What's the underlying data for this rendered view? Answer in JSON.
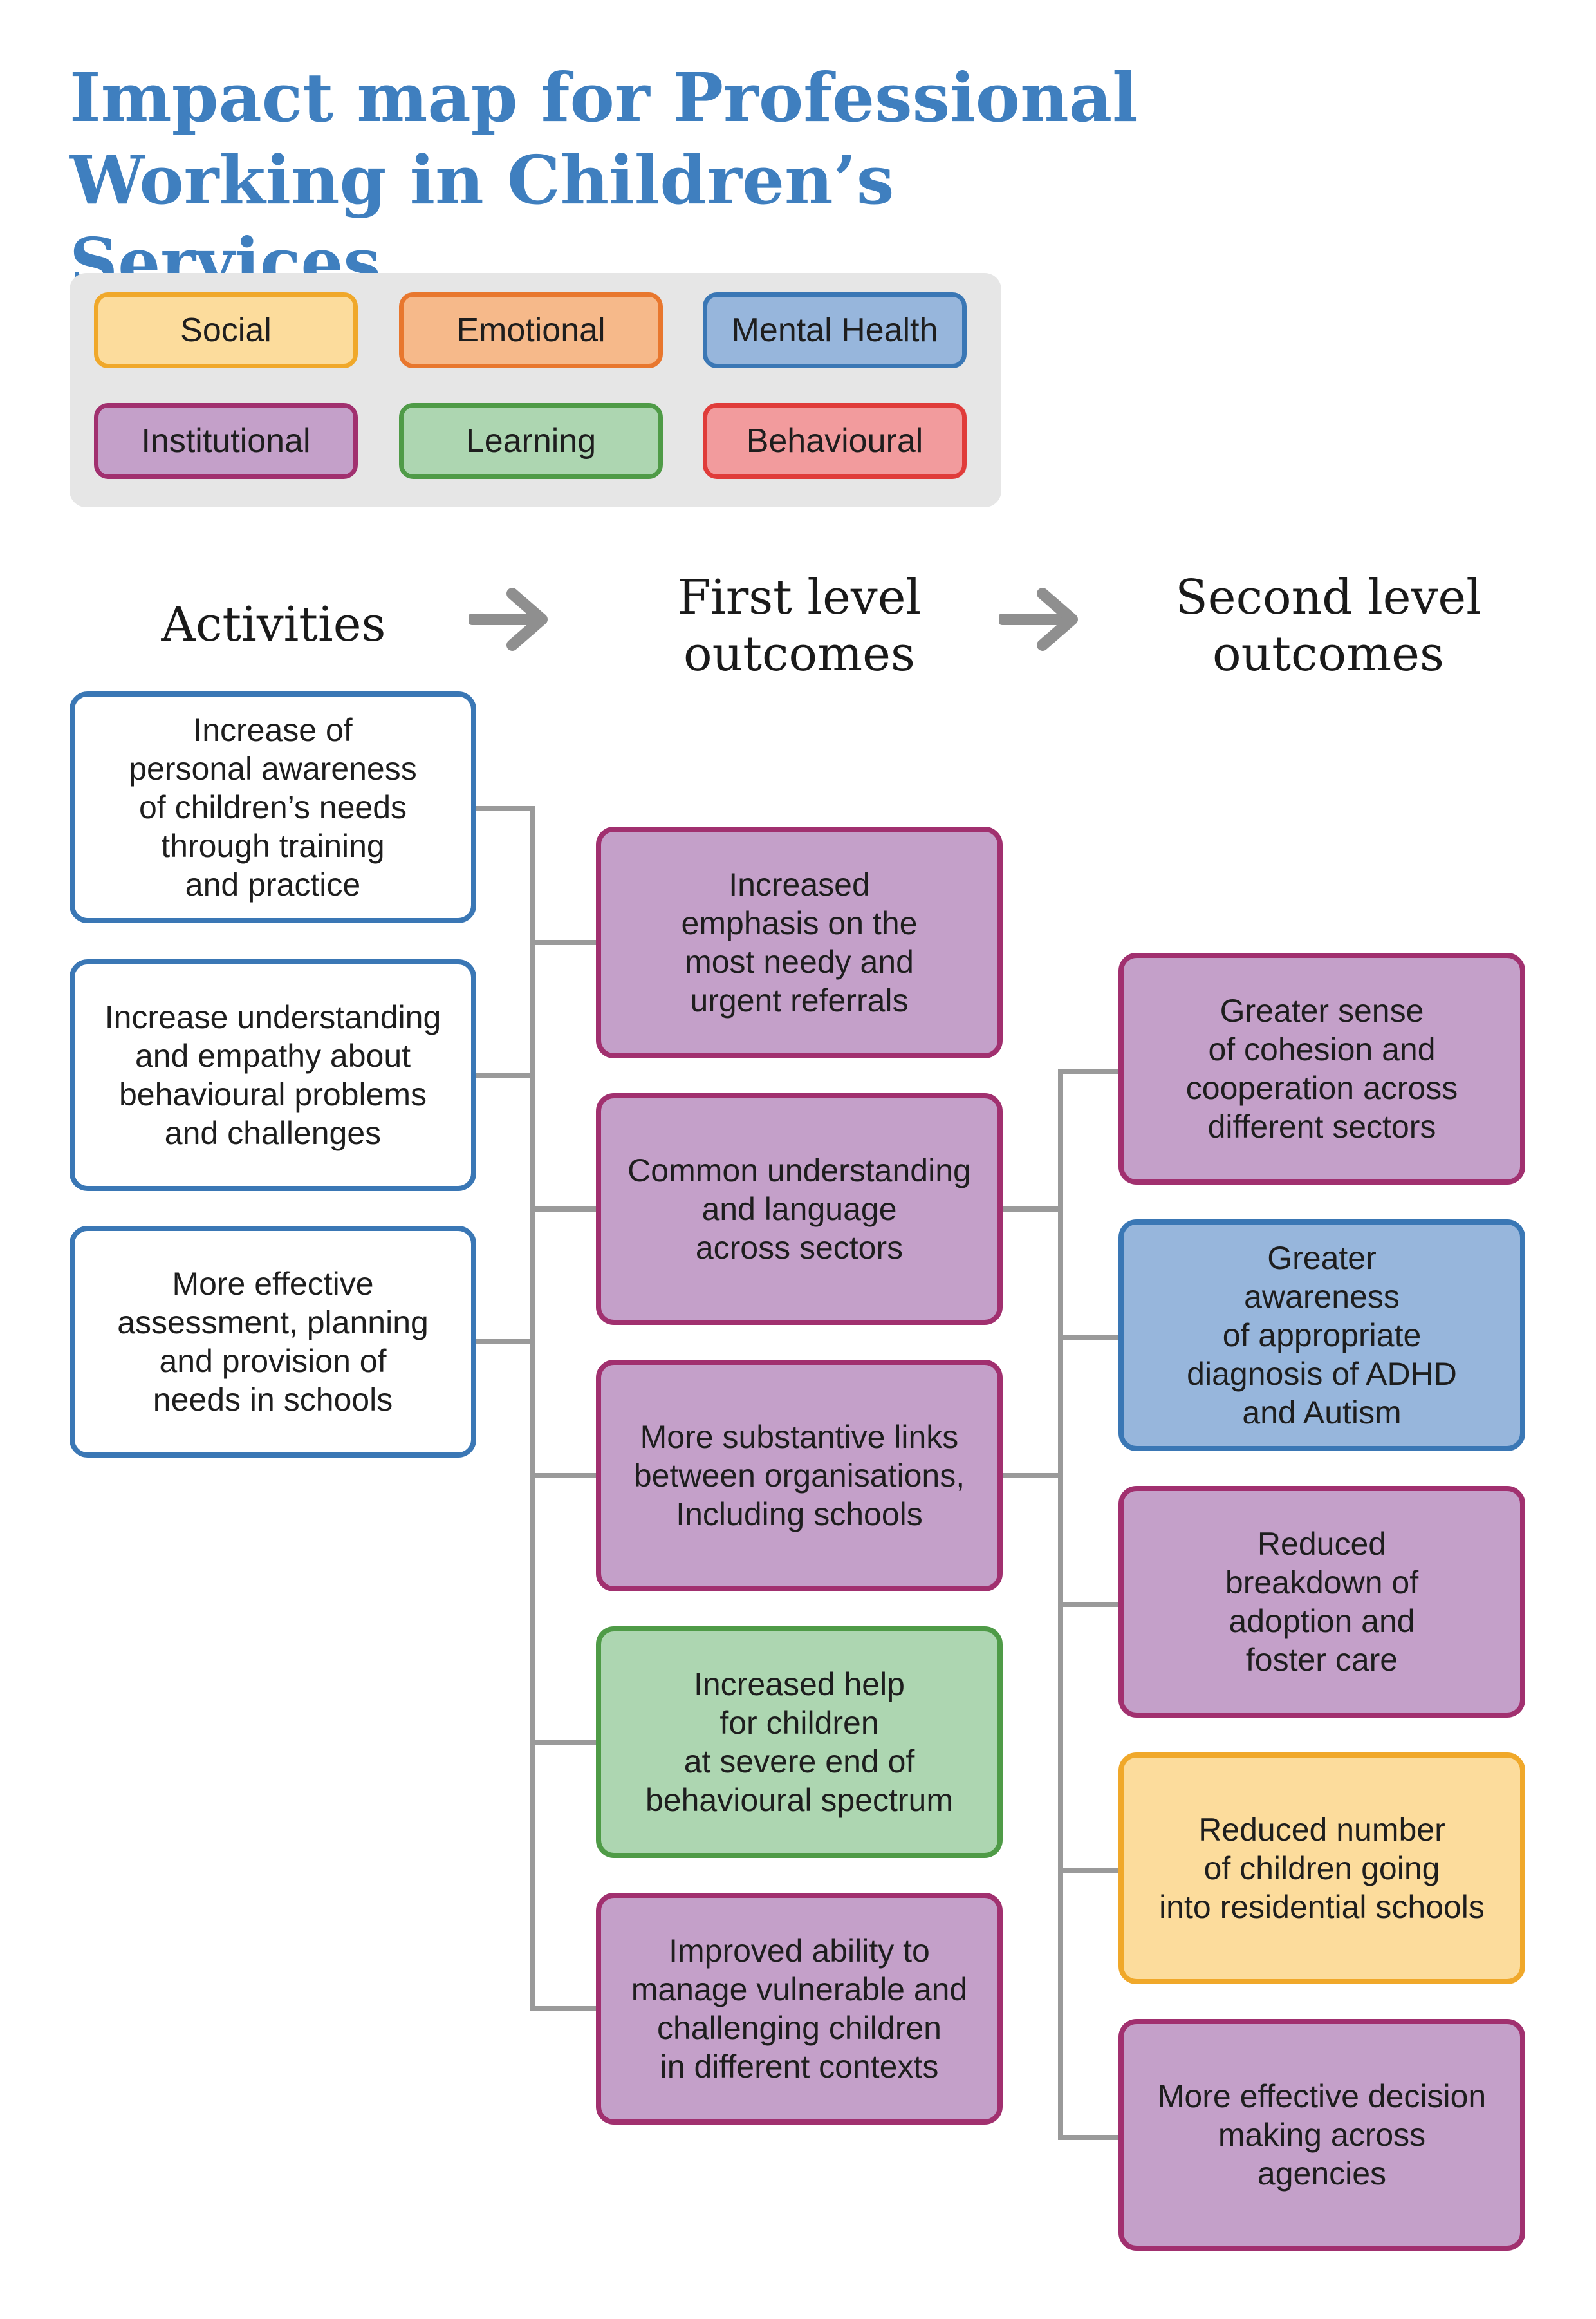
{
  "title": {
    "line1": "Impact map for Professional",
    "line2": "Working in Children’s Services"
  },
  "colors": {
    "social": {
      "fill": "#fcdc9c",
      "border": "#f0a82a"
    },
    "emotional": {
      "fill": "#f6b98a",
      "border": "#e8772e"
    },
    "mental_health": {
      "fill": "#97b6dc",
      "border": "#3a77b5"
    },
    "institutional": {
      "fill": "#c4a0c9",
      "border": "#a1306f"
    },
    "learning": {
      "fill": "#add6b1",
      "border": "#4f9b47"
    },
    "behavioural": {
      "fill": "#f29b9d",
      "border": "#e03c3a"
    },
    "activity": {
      "fill": "#ffffff",
      "border": "#3a77b5"
    },
    "connector": "#9a9a9a",
    "arrow": "#8f8f8f"
  },
  "legend": [
    {
      "key": "social",
      "label": "Social"
    },
    {
      "key": "emotional",
      "label": "Emotional"
    },
    {
      "key": "mental_health",
      "label": "Mental Health"
    },
    {
      "key": "institutional",
      "label": "Institutional"
    },
    {
      "key": "learning",
      "label": "Learning"
    },
    {
      "key": "behavioural",
      "label": "Behavioural"
    }
  ],
  "headings": {
    "activities": "Activities",
    "first_level": [
      "First level",
      "outcomes"
    ],
    "second_level": [
      "Second level",
      "outcomes"
    ]
  },
  "activities": [
    {
      "category": "activity",
      "lines": [
        "Increase of",
        "personal awareness",
        "of children’s needs",
        "through training",
        "and practice"
      ]
    },
    {
      "category": "activity",
      "lines": [
        "Increase understanding",
        "and empathy about",
        "behavioural problems",
        "and challenges"
      ]
    },
    {
      "category": "activity",
      "lines": [
        "More effective",
        "assessment, planning",
        "and provision of",
        "needs in schools"
      ]
    }
  ],
  "first_level_outcomes": [
    {
      "category": "institutional",
      "lines": [
        "Increased",
        "emphasis on the",
        "most needy and",
        "urgent referrals"
      ]
    },
    {
      "category": "institutional",
      "lines": [
        "Common understanding",
        "and language",
        "across sectors"
      ]
    },
    {
      "category": "institutional",
      "lines": [
        "More substantive links",
        "between organisations,",
        "Including schools"
      ]
    },
    {
      "category": "learning",
      "lines": [
        "Increased help",
        "for children",
        "at severe end of",
        "behavioural spectrum"
      ]
    },
    {
      "category": "institutional",
      "lines": [
        "Improved ability to",
        "manage vulnerable and",
        "challenging children",
        "in different contexts"
      ]
    }
  ],
  "second_level_outcomes": [
    {
      "category": "institutional",
      "lines": [
        "Greater sense",
        "of cohesion and",
        "cooperation across",
        "different sectors"
      ]
    },
    {
      "category": "mental_health",
      "lines": [
        "Greater",
        "awareness",
        "of appropriate",
        "diagnosis of ADHD",
        "and Autism"
      ]
    },
    {
      "category": "institutional",
      "lines": [
        "Reduced",
        "breakdown of",
        "adoption and",
        "foster care"
      ]
    },
    {
      "category": "social",
      "lines": [
        "Reduced number",
        "of children going",
        "into residential schools"
      ]
    },
    {
      "category": "institutional",
      "lines": [
        "More effective decision",
        "making across",
        "agencies"
      ]
    }
  ]
}
